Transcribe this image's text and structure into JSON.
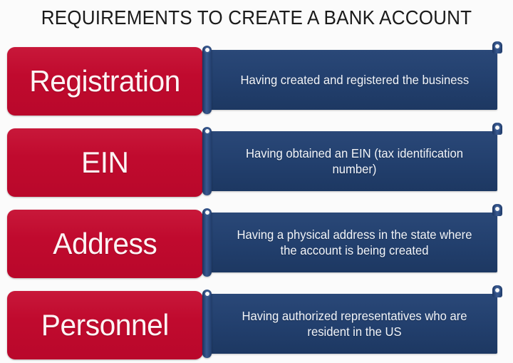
{
  "page": {
    "title": "REQUIREMENTS TO CREATE A BANK ACCOUNT",
    "background_color": "#fbfbfb"
  },
  "theme": {
    "label_red": "#c00a2e",
    "banner_blue": "#23406e",
    "label_text_color": "#fdf3f4",
    "banner_text_color": "#f2f5fa",
    "title_text_color": "#1a1a1a"
  },
  "requirements": [
    {
      "label": "Registration",
      "description": "Having created and registered the business"
    },
    {
      "label": "EIN",
      "description": "Having obtained an EIN (tax identification number)"
    },
    {
      "label": "Address",
      "description": "Having a physical address in the state where the account is being created"
    },
    {
      "label": "Personnel",
      "description": "Having authorized representatives who are resident in the US"
    }
  ]
}
